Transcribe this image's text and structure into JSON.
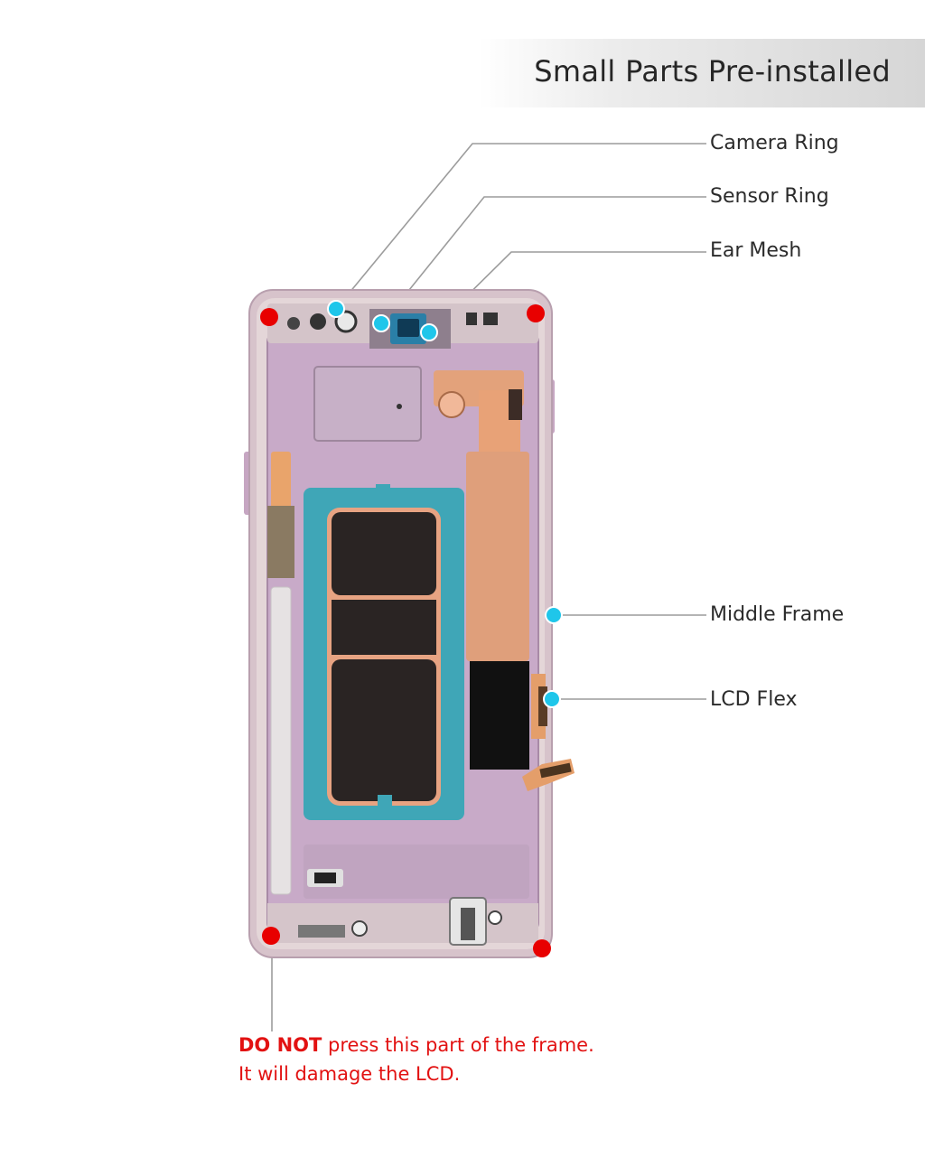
{
  "header": {
    "title": "Small Parts Pre-installed"
  },
  "callouts": {
    "camera_ring": "Camera Ring",
    "sensor_ring": "Sensor Ring",
    "ear_mesh": "Ear Mesh",
    "middle_frame": "Middle Frame",
    "lcd_flex": "LCD Flex"
  },
  "warning": {
    "emphasis": "DO NOT",
    "line1": " press this part of the frame.",
    "line2": "It will damage the LCD."
  },
  "colors": {
    "callout_dot": "#1fc6ea",
    "pressure_point": "#e80000",
    "frame": "#cfb8c2",
    "inner_frame": "#c9a9c8",
    "display_tape": "#3fa6b7",
    "battery_area": "#2a2423",
    "copper": "#e3a27b",
    "flex": "#111111",
    "warning_text": "#e21212"
  },
  "icons": [
    "phone-frame-illustration",
    "callout-dot",
    "pressure-point-dot"
  ]
}
